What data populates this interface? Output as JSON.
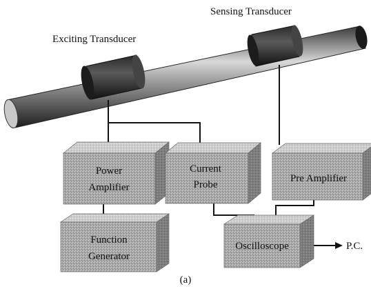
{
  "labels": {
    "exciting_transducer": "Exciting Transducer",
    "sensing_transducer": "Sensing Transducer",
    "output": "P.C.",
    "caption": "(a)"
  },
  "boxes": {
    "power_amplifier": [
      "Power",
      "Amplifier"
    ],
    "current_probe": [
      "Current",
      "Probe"
    ],
    "pre_amplifier": [
      "Pre Amplifier"
    ],
    "function_generator": [
      "Function",
      "Generator"
    ],
    "oscilloscope": [
      "Oscilloscope"
    ]
  }
}
